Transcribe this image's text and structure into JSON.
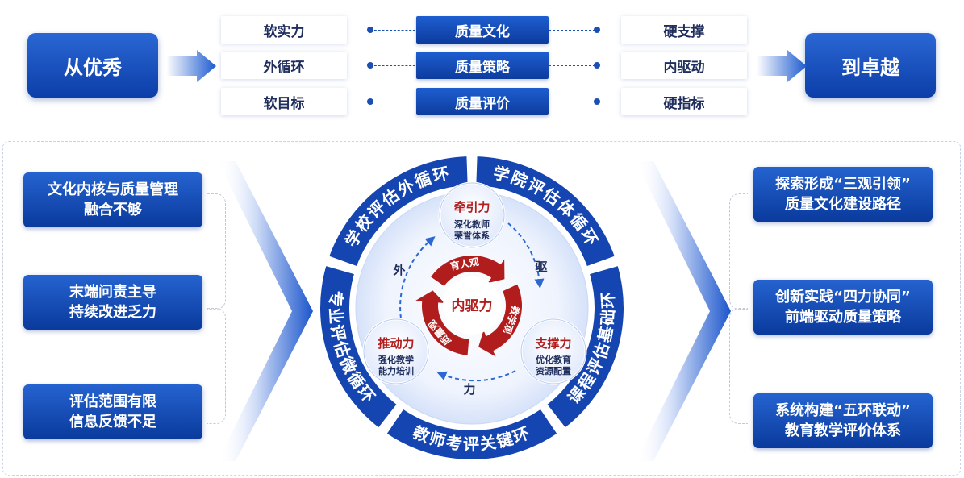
{
  "top": {
    "start_label": "从优秀",
    "end_label": "到卓越",
    "left_items": [
      "软实力",
      "外循环",
      "软目标"
    ],
    "middle_items": [
      "质量文化",
      "质量策略",
      "质量评价"
    ],
    "right_items": [
      "硬支撑",
      "内驱动",
      "硬指标"
    ]
  },
  "problems": [
    "文化内核与质量管理\n融合不够",
    "末端问责主导\n持续改进乏力",
    "评估范围有限\n信息反馈不足"
  ],
  "solutions": [
    "探索形成“三观引领”\n质量文化建设路径",
    "创新实践“四力协同”\n前端驱动质量策略",
    "系统构建“五环联动”\n教育教学评价体系"
  ],
  "rings": {
    "outer_top_left": "学校评估外循环",
    "outer_top_right": "学院评估体循环",
    "outer_right": "课程评估基础环",
    "outer_bottom": "教师考评关键环",
    "outer_left": "专业评估微循环"
  },
  "forces": {
    "traction": {
      "title": "牵引力",
      "desc": "深化教师\n荣誉体系"
    },
    "support": {
      "title": "支撑力",
      "desc": "优化教育\n资源配置"
    },
    "push": {
      "title": "推动力",
      "desc": "强化教学\n能力培训"
    },
    "center": "内驱力",
    "cycle_labels": [
      "外",
      "驱",
      "力"
    ]
  },
  "views": [
    "育人观",
    "教学观",
    "质量观"
  ],
  "colors": {
    "primary_blue": "#0d3ea6",
    "ring_blue": "#1545b0",
    "arrow_red": "#b11d1d",
    "force_red": "#b21e1e"
  }
}
